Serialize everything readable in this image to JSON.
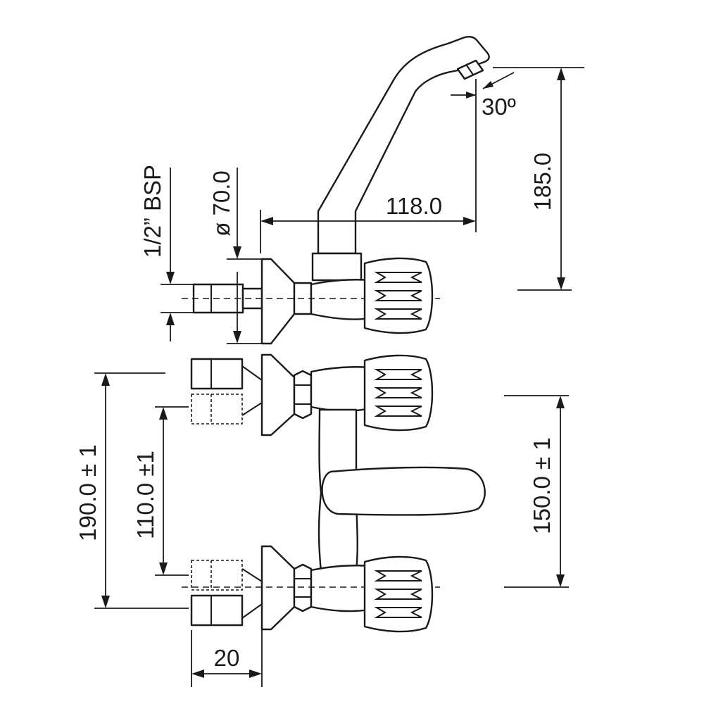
{
  "diagram": {
    "labels": {
      "spout_angle": "30º",
      "spout_height": "185.0",
      "spout_reach": "118.0",
      "inlet_thread": "1/2” BSP",
      "flange_diameter": "ø 70.0",
      "center_range_outer": "190.0 ± 1",
      "center_range_inner": "110.0 ±1",
      "spout_to_lower_inlet": "150.0 ± 1",
      "inlet_projection": "20"
    }
  }
}
